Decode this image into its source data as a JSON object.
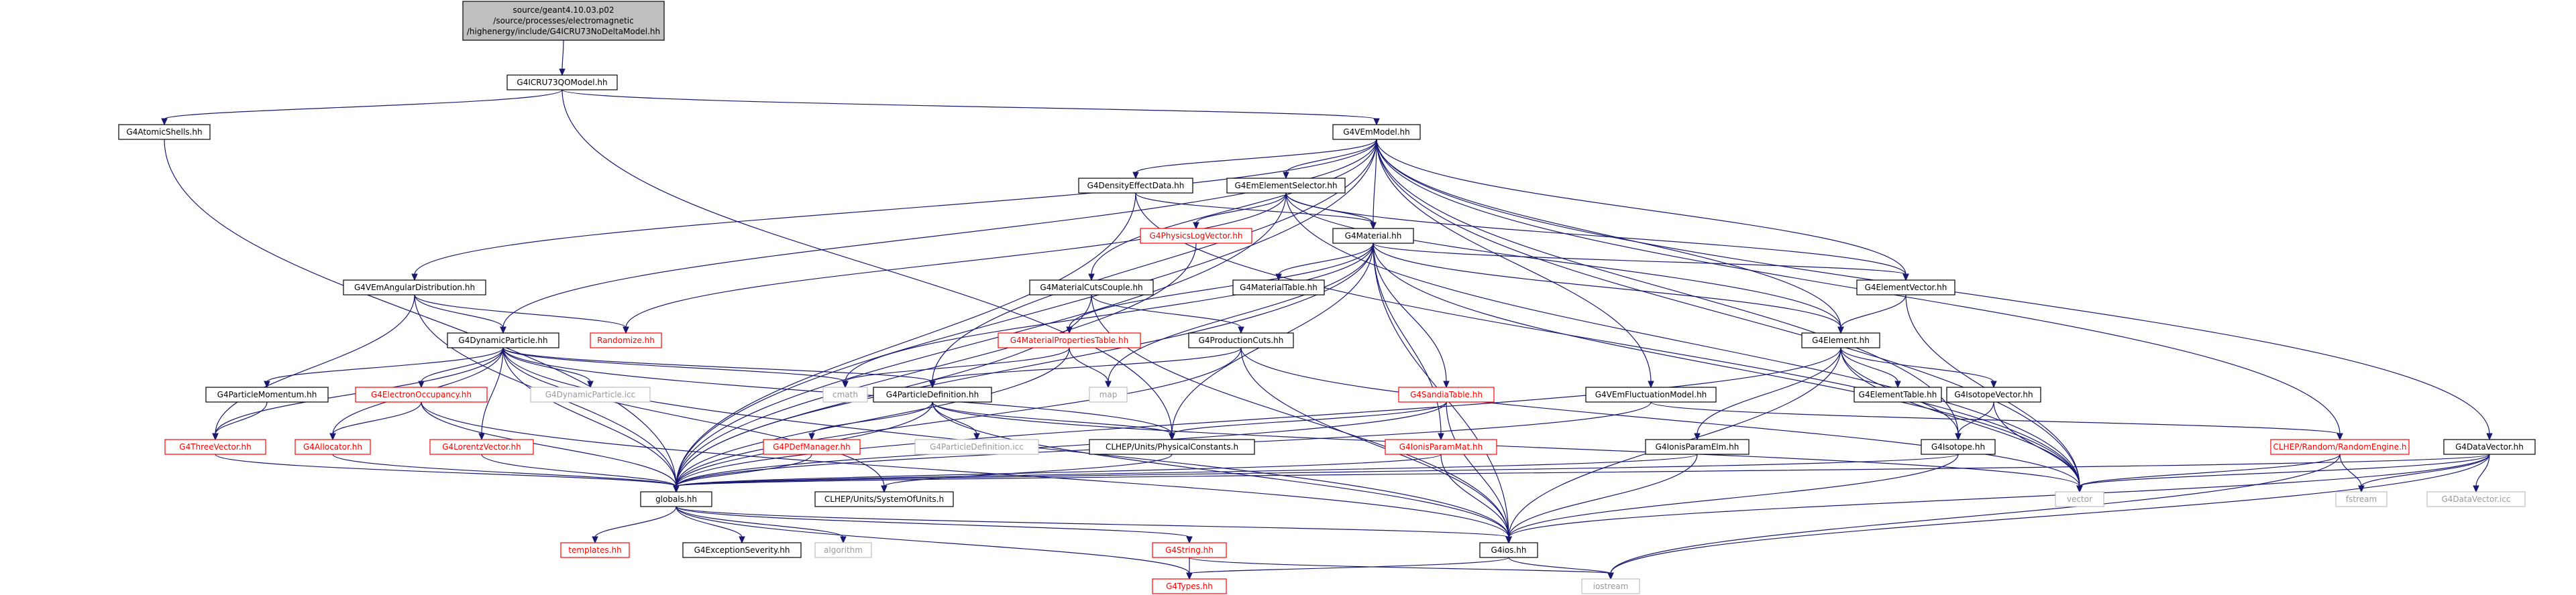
{
  "colors": {
    "edge": "#191970",
    "root_fill": "#bfbfbf",
    "normal_border": "#000000",
    "truncated_border": "#ff0000",
    "external_border": "#bfbfbf",
    "normal_text": "#000000",
    "truncated_text": "#ff0000",
    "external_text": "#999999"
  },
  "nodes": [
    {
      "id": "root",
      "lines": [
        "source/geant4.10.03.p02",
        "/source/processes/electromagnetic",
        "/highenergy/include/G4ICRU73NoDeltaModel.hh"
      ],
      "kind": "root"
    },
    {
      "id": "icru73qo",
      "lines": [
        "G4ICRU73QOModel.hh"
      ],
      "kind": "normal"
    },
    {
      "id": "atomicshells",
      "lines": [
        "G4AtomicShells.hh"
      ],
      "kind": "normal"
    },
    {
      "id": "vemmodel",
      "lines": [
        "G4VEmModel.hh"
      ],
      "kind": "normal"
    },
    {
      "id": "densityeffect",
      "lines": [
        "G4DensityEffectData.hh"
      ],
      "kind": "normal"
    },
    {
      "id": "emelementselector",
      "lines": [
        "G4EmElementSelector.hh"
      ],
      "kind": "normal"
    },
    {
      "id": "physicslogvector",
      "lines": [
        "G4PhysicsLogVector.hh"
      ],
      "kind": "truncated"
    },
    {
      "id": "material",
      "lines": [
        "G4Material.hh"
      ],
      "kind": "normal"
    },
    {
      "id": "materialtable",
      "lines": [
        "G4MaterialTable.hh"
      ],
      "kind": "normal"
    },
    {
      "id": "elementvector",
      "lines": [
        "G4ElementVector.hh"
      ],
      "kind": "normal"
    },
    {
      "id": "vemangular",
      "lines": [
        "G4VEmAngularDistribution.hh"
      ],
      "kind": "normal"
    },
    {
      "id": "randomize",
      "lines": [
        "Randomize.hh"
      ],
      "kind": "truncated"
    },
    {
      "id": "materialcutscouple",
      "lines": [
        "G4MaterialCutsCouple.hh"
      ],
      "kind": "normal"
    },
    {
      "id": "materialproperties",
      "lines": [
        "G4MaterialPropertiesTable.hh"
      ],
      "kind": "truncated"
    },
    {
      "id": "productioncuts",
      "lines": [
        "G4ProductionCuts.hh"
      ],
      "kind": "normal"
    },
    {
      "id": "element",
      "lines": [
        "G4Element.hh"
      ],
      "kind": "normal"
    },
    {
      "id": "dynamicparticle",
      "lines": [
        "G4DynamicParticle.hh"
      ],
      "kind": "normal"
    },
    {
      "id": "dynamicparticleicc",
      "lines": [
        "G4DynamicParticle.icc"
      ],
      "kind": "external"
    },
    {
      "id": "cmath",
      "lines": [
        "cmath"
      ],
      "kind": "external"
    },
    {
      "id": "map",
      "lines": [
        "map"
      ],
      "kind": "external"
    },
    {
      "id": "particlemomentum",
      "lines": [
        "G4ParticleMomentum.hh"
      ],
      "kind": "normal"
    },
    {
      "id": "electronoccupancy",
      "lines": [
        "G4ElectronOccupancy.hh"
      ],
      "kind": "truncated"
    },
    {
      "id": "particledefinition",
      "lines": [
        "G4ParticleDefinition.hh"
      ],
      "kind": "normal"
    },
    {
      "id": "sandiatable",
      "lines": [
        "G4SandiaTable.hh"
      ],
      "kind": "truncated"
    },
    {
      "id": "vemfluctuation",
      "lines": [
        "G4VEmFluctuationModel.hh"
      ],
      "kind": "normal"
    },
    {
      "id": "elementtable",
      "lines": [
        "G4ElementTable.hh"
      ],
      "kind": "normal"
    },
    {
      "id": "isotopevector",
      "lines": [
        "G4IsotopeVector.hh"
      ],
      "kind": "normal"
    },
    {
      "id": "threevector",
      "lines": [
        "G4ThreeVector.hh"
      ],
      "kind": "truncated"
    },
    {
      "id": "allocator",
      "lines": [
        "G4Allocator.hh"
      ],
      "kind": "truncated"
    },
    {
      "id": "lorentzvector",
      "lines": [
        "G4LorentzVector.hh"
      ],
      "kind": "truncated"
    },
    {
      "id": "pdefmanager",
      "lines": [
        "G4PDefManager.hh"
      ],
      "kind": "truncated"
    },
    {
      "id": "particledefinitionicc",
      "lines": [
        "G4ParticleDefinition.icc"
      ],
      "kind": "external"
    },
    {
      "id": "physicalconstants",
      "lines": [
        "CLHEP/Units/PhysicalConstants.h"
      ],
      "kind": "normal"
    },
    {
      "id": "ionisparammat",
      "lines": [
        "G4IonisParamMat.hh"
      ],
      "kind": "truncated"
    },
    {
      "id": "ionisparamelm",
      "lines": [
        "G4IonisParamElm.hh"
      ],
      "kind": "normal"
    },
    {
      "id": "isotope",
      "lines": [
        "G4Isotope.hh"
      ],
      "kind": "normal"
    },
    {
      "id": "randomengine",
      "lines": [
        "CLHEP/Random/RandomEngine.h"
      ],
      "kind": "truncated"
    },
    {
      "id": "datavector",
      "lines": [
        "G4DataVector.hh"
      ],
      "kind": "normal"
    },
    {
      "id": "vector",
      "lines": [
        "vector"
      ],
      "kind": "external"
    },
    {
      "id": "fstream",
      "lines": [
        "fstream"
      ],
      "kind": "external"
    },
    {
      "id": "datavectoricc",
      "lines": [
        "G4DataVector.icc"
      ],
      "kind": "external"
    },
    {
      "id": "globals",
      "lines": [
        "globals.hh"
      ],
      "kind": "normal"
    },
    {
      "id": "systemofunits",
      "lines": [
        "CLHEP/Units/SystemOfUnits.h"
      ],
      "kind": "normal"
    },
    {
      "id": "templates",
      "lines": [
        "templates.hh"
      ],
      "kind": "truncated"
    },
    {
      "id": "exceptionseverity",
      "lines": [
        "G4ExceptionSeverity.hh"
      ],
      "kind": "normal"
    },
    {
      "id": "algorithm",
      "lines": [
        "algorithm"
      ],
      "kind": "external"
    },
    {
      "id": "g4string",
      "lines": [
        "G4String.hh"
      ],
      "kind": "truncated"
    },
    {
      "id": "g4ios",
      "lines": [
        "G4ios.hh"
      ],
      "kind": "normal"
    },
    {
      "id": "g4types",
      "lines": [
        "G4Types.hh"
      ],
      "kind": "truncated"
    },
    {
      "id": "iostream",
      "lines": [
        "iostream"
      ],
      "kind": "external"
    }
  ],
  "edges": [
    [
      "root",
      "icru73qo"
    ],
    [
      "icru73qo",
      "atomicshells"
    ],
    [
      "icru73qo",
      "vemmodel"
    ],
    [
      "icru73qo",
      "physicalconstants"
    ],
    [
      "atomicshells",
      "globals"
    ],
    [
      "vemmodel",
      "densityeffect"
    ],
    [
      "vemmodel",
      "emelementselector"
    ],
    [
      "vemmodel",
      "material"
    ],
    [
      "vemmodel",
      "materialcutscouple"
    ],
    [
      "vemmodel",
      "vemangular"
    ],
    [
      "vemmodel",
      "dynamicparticle"
    ],
    [
      "vemmodel",
      "particledefinition"
    ],
    [
      "vemmodel",
      "elementvector"
    ],
    [
      "vemmodel",
      "element"
    ],
    [
      "vemmodel",
      "vemfluctuation"
    ],
    [
      "vemmodel",
      "isotope"
    ],
    [
      "vemmodel",
      "randomengine"
    ],
    [
      "vemmodel",
      "datavector"
    ],
    [
      "vemmodel",
      "vector"
    ],
    [
      "vemmodel",
      "globals"
    ],
    [
      "densityeffect",
      "material"
    ],
    [
      "densityeffect",
      "globals"
    ],
    [
      "densityeffect",
      "vector"
    ],
    [
      "emelementselector",
      "physicslogvector"
    ],
    [
      "emelementselector",
      "material"
    ],
    [
      "emelementselector",
      "element"
    ],
    [
      "emelementselector",
      "elementvector"
    ],
    [
      "emelementselector",
      "randomize"
    ],
    [
      "emelementselector",
      "globals"
    ],
    [
      "emelementselector",
      "vector"
    ],
    [
      "physicslogvector",
      "globals"
    ],
    [
      "material",
      "materialtable"
    ],
    [
      "material",
      "elementvector"
    ],
    [
      "material",
      "element"
    ],
    [
      "material",
      "materialproperties"
    ],
    [
      "material",
      "sandiatable"
    ],
    [
      "material",
      "ionisparammat"
    ],
    [
      "material",
      "physicalconstants"
    ],
    [
      "material",
      "map"
    ],
    [
      "material",
      "cmath"
    ],
    [
      "material",
      "globals"
    ],
    [
      "material",
      "g4ios"
    ],
    [
      "material",
      "vector"
    ],
    [
      "elementvector",
      "element"
    ],
    [
      "elementvector",
      "vector"
    ],
    [
      "vemangular",
      "dynamicparticle"
    ],
    [
      "vemangular",
      "randomize"
    ],
    [
      "vemangular",
      "threevector"
    ],
    [
      "vemangular",
      "globals"
    ],
    [
      "materialcutscouple",
      "productioncuts"
    ],
    [
      "materialcutscouple",
      "globals"
    ],
    [
      "materialcutscouple",
      "g4ios"
    ],
    [
      "materialproperties",
      "map"
    ],
    [
      "materialproperties",
      "globals"
    ],
    [
      "materialproperties",
      "cmath"
    ],
    [
      "productioncuts",
      "particledefinition"
    ],
    [
      "productioncuts",
      "globals"
    ],
    [
      "productioncuts",
      "g4ios"
    ],
    [
      "productioncuts",
      "vector"
    ],
    [
      "element",
      "elementtable"
    ],
    [
      "element",
      "isotopevector"
    ],
    [
      "element",
      "ionisparamelm"
    ],
    [
      "element",
      "isotope"
    ],
    [
      "element",
      "globals"
    ],
    [
      "element",
      "g4ios"
    ],
    [
      "element",
      "vector"
    ],
    [
      "dynamicparticle",
      "dynamicparticleicc"
    ],
    [
      "dynamicparticle",
      "cmath"
    ],
    [
      "dynamicparticle",
      "particlemomentum"
    ],
    [
      "dynamicparticle",
      "electronoccupancy"
    ],
    [
      "dynamicparticle",
      "particledefinition"
    ],
    [
      "dynamicparticle",
      "lorentzvector"
    ],
    [
      "dynamicparticle",
      "allocator"
    ],
    [
      "dynamicparticle",
      "threevector"
    ],
    [
      "dynamicparticle",
      "physicalconstants"
    ],
    [
      "dynamicparticle",
      "systemofunits"
    ],
    [
      "dynamicparticle",
      "globals"
    ],
    [
      "dynamicparticle",
      "g4ios"
    ],
    [
      "particlemomentum",
      "threevector"
    ],
    [
      "electronoccupancy",
      "allocator"
    ],
    [
      "electronoccupancy",
      "globals"
    ],
    [
      "electronoccupancy",
      "g4ios"
    ],
    [
      "particledefinition",
      "pdefmanager"
    ],
    [
      "particledefinition",
      "particledefinitionicc"
    ],
    [
      "particledefinition",
      "physicalconstants"
    ],
    [
      "particledefinition",
      "globals"
    ],
    [
      "particledefinition",
      "g4ios"
    ],
    [
      "particledefinition",
      "vector"
    ],
    [
      "sandiatable",
      "physicalconstants"
    ],
    [
      "sandiatable",
      "globals"
    ],
    [
      "sandiatable",
      "g4ios"
    ],
    [
      "vemfluctuation",
      "globals"
    ],
    [
      "vemfluctuation",
      "randomengine"
    ],
    [
      "isotopevector",
      "isotope"
    ],
    [
      "isotopevector",
      "vector"
    ],
    [
      "threevector",
      "globals"
    ],
    [
      "allocator",
      "globals"
    ],
    [
      "lorentzvector",
      "globals"
    ],
    [
      "pdefmanager",
      "globals"
    ],
    [
      "ionisparammat",
      "globals"
    ],
    [
      "ionisparammat",
      "g4ios"
    ],
    [
      "ionisparamelm",
      "globals"
    ],
    [
      "ionisparamelm",
      "g4ios"
    ],
    [
      "isotope",
      "globals"
    ],
    [
      "isotope",
      "g4ios"
    ],
    [
      "randomengine",
      "iostream"
    ],
    [
      "randomengine",
      "fstream"
    ],
    [
      "randomengine",
      "vector"
    ],
    [
      "datavector",
      "globals"
    ],
    [
      "datavector",
      "vector"
    ],
    [
      "datavector",
      "g4ios"
    ],
    [
      "datavector",
      "iostream"
    ],
    [
      "datavector",
      "fstream"
    ],
    [
      "datavector",
      "datavectoricc"
    ],
    [
      "globals",
      "templates"
    ],
    [
      "globals",
      "exceptionseverity"
    ],
    [
      "globals",
      "algorithm"
    ],
    [
      "globals",
      "g4string"
    ],
    [
      "globals",
      "g4ios"
    ],
    [
      "globals",
      "g4types"
    ],
    [
      "g4string",
      "g4types"
    ],
    [
      "g4string",
      "iostream"
    ],
    [
      "g4ios",
      "g4types"
    ],
    [
      "g4ios",
      "iostream"
    ],
    [
      "physicalconstants",
      "systemofunits"
    ]
  ]
}
